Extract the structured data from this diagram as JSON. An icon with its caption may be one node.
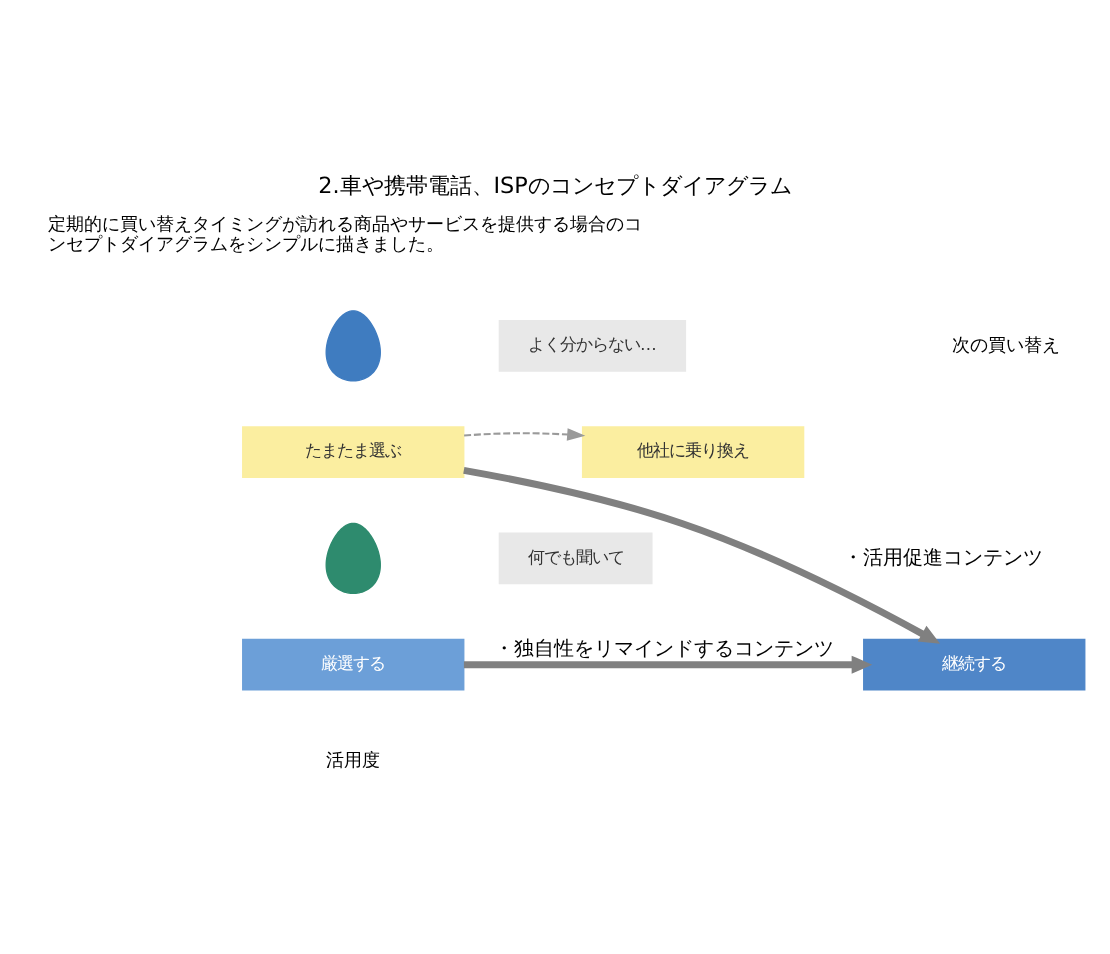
{
  "diagram": {
    "title": "2.車や携帯電話、ISPのコンセプトダイアグラム",
    "nodes": [
      {
        "text": [],
        "shape": "person"
      },
      {
        "text": [
          "よく分からない…"
        ]
      },
      {
        "text": [
          "たまたま選ぶ"
        ]
      },
      {
        "text": [
          "他社に乗り換え"
        ]
      },
      {
        "text": [],
        "shape": "person"
      },
      {
        "text": [
          "何でも聞いて"
        ]
      },
      {
        "text": [
          "厳選する"
        ]
      },
      {
        "text": [
          "継続する"
        ]
      }
    ],
    "edges": [
      {
        "from": 2,
        "to": 3,
        "arrow": "to",
        "style": "dashed",
        "color": "#9a9a9a"
      },
      {
        "from": 2,
        "to": 7,
        "arrow": "to",
        "label": "・活用促進コンテンツ"
      },
      {
        "from": 6,
        "to": 7,
        "arrow": "to",
        "label": "・独自性をリマインドするコンテンツ"
      }
    ],
    "labels": [
      "定期的に買い替えタイミングが訪れる商品やサービスを提供する場合のコンセプトダイアグラムをシンプルに描きました。",
      "次の買い替え",
      "活用度"
    ]
  }
}
